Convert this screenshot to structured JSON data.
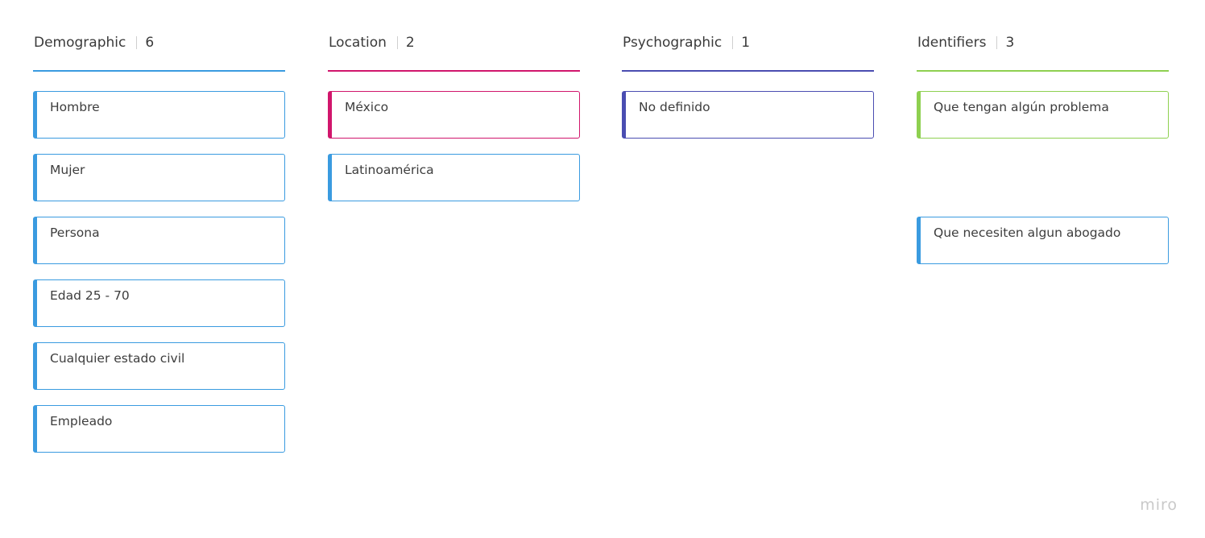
{
  "columns": [
    {
      "title": "Demographic",
      "count": "6",
      "accent": "#3a9be0",
      "items": [
        "Hombre",
        "Mujer",
        "Persona",
        "Edad 25 - 70",
        "Cualquier estado civil",
        "Empleado"
      ]
    },
    {
      "title": "Location",
      "count": "2",
      "accent": "#d1166c",
      "items": [
        "México",
        "Latinoamérica"
      ]
    },
    {
      "title": "Psychographic",
      "count": "1",
      "accent": "#4a4db1",
      "items": [
        "No definido"
      ]
    },
    {
      "title": "Identifiers",
      "count": "3",
      "accent": "#8ed050",
      "items": [
        "Que tengan algún problema",
        "Que necesiten algun abogado"
      ]
    }
  ],
  "card_colors": {
    "default": "#3a9be0",
    "location_first": "#d1166c",
    "psychographic": "#4a4db1",
    "identifiers_first": "#8ed050"
  },
  "brand": "miro"
}
